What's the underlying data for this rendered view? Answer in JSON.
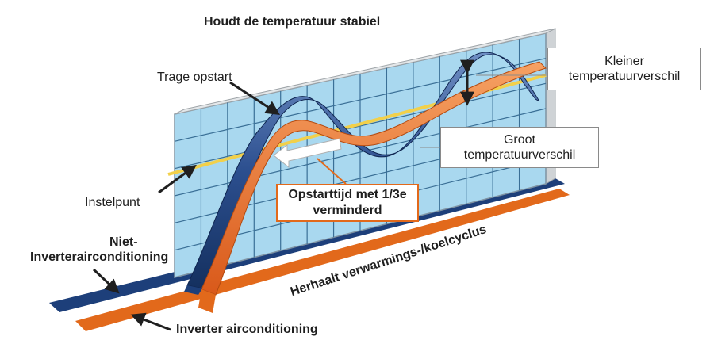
{
  "title": "Houdt de temperatuur stabiel",
  "labels": {
    "slow_start": "Trage opstart",
    "setpoint": "Instelpunt",
    "non_inverter_line1": "Niet-",
    "non_inverter_line2": "Inverterairconditioning",
    "inverter": "Inverter airconditioning",
    "cycle": "Herhaalt verwarmings-/koelcyclus"
  },
  "boxes": {
    "small_diff_line1": "Kleiner",
    "small_diff_line2": "temperatuurverschil",
    "large_diff_line1": "Groot",
    "large_diff_line2": "temperatuurverschil",
    "startup_line1": "Opstarttijd met 1/3e",
    "startup_line2": "verminderd"
  },
  "colors": {
    "panel": "#a9d8ef",
    "grid": "#3a6f96",
    "blue_band": "#1d3f7a",
    "orange_band": "#e2691b",
    "setpoint_line": "#f2d04a",
    "arrow": "#1f1f1f"
  }
}
